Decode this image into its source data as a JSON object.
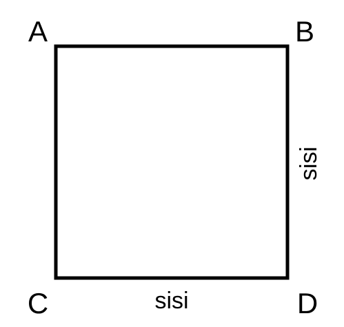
{
  "diagram": {
    "vertices": {
      "top_left": "A",
      "top_right": "B",
      "bottom_left": "C",
      "bottom_right": "D"
    },
    "side_labels": {
      "right": "sisi",
      "bottom": "sisi"
    },
    "colors": {
      "stroke": "#000000",
      "background": "#ffffff"
    }
  }
}
